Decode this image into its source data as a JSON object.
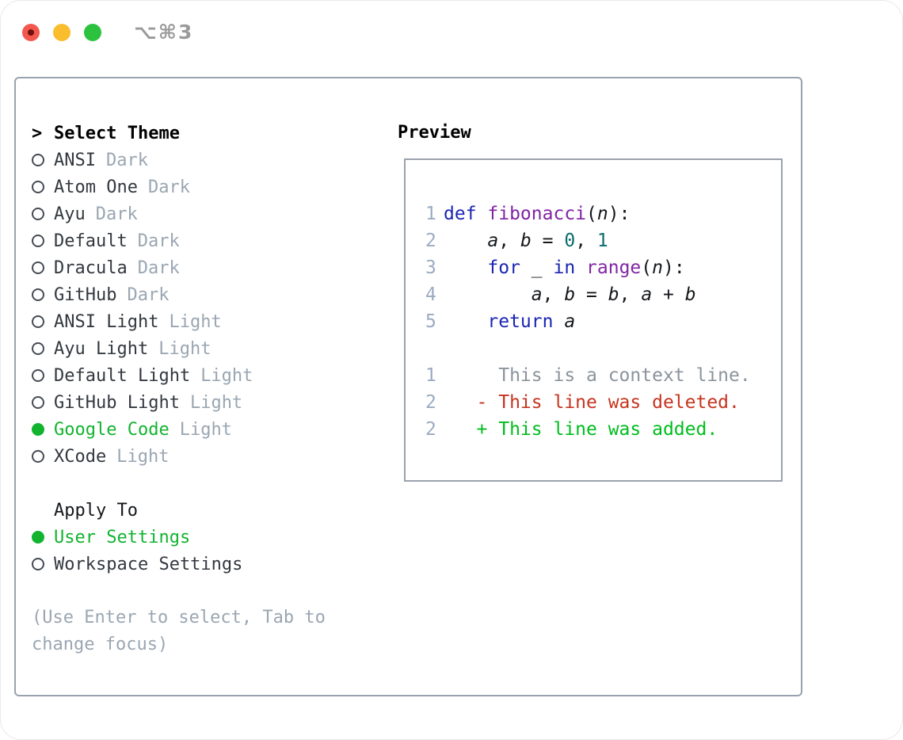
{
  "window": {
    "title": "⌥⌘3",
    "traffic_lights": [
      {
        "name": "close",
        "color": "#f4574d",
        "has_dot": true
      },
      {
        "name": "minimize",
        "color": "#f9bd2e",
        "has_dot": false
      },
      {
        "name": "zoom",
        "color": "#2dc23d",
        "has_dot": false
      }
    ]
  },
  "colors": {
    "accent_green": "#12b32f",
    "diff_added_green": "#00bd1e",
    "diff_deleted_red": "#c6351f",
    "diff_context_gray": "#8b949c",
    "syntax_keyword_blue": "#1b26b3",
    "syntax_title_purple": "#8125a3",
    "syntax_number_teal": "#0c6b6e",
    "muted_gray": "#9aa6b2",
    "panel_border": "#98a2ae",
    "line_number_gray": "#9cabc2"
  },
  "left": {
    "header": {
      "prefix": ">",
      "label": "Select Theme"
    },
    "themes": [
      {
        "name": "ANSI",
        "variant": "Dark",
        "selected": false
      },
      {
        "name": "Atom One",
        "variant": "Dark",
        "selected": false
      },
      {
        "name": "Ayu",
        "variant": "Dark",
        "selected": false
      },
      {
        "name": "Default",
        "variant": "Dark",
        "selected": false
      },
      {
        "name": "Dracula",
        "variant": "Dark",
        "selected": false
      },
      {
        "name": "GitHub",
        "variant": "Dark",
        "selected": false
      },
      {
        "name": "ANSI Light",
        "variant": "Light",
        "selected": false
      },
      {
        "name": "Ayu Light",
        "variant": "Light",
        "selected": false
      },
      {
        "name": "Default Light",
        "variant": "Light",
        "selected": false
      },
      {
        "name": "GitHub Light",
        "variant": "Light",
        "selected": false
      },
      {
        "name": "Google Code",
        "variant": "Light",
        "selected": true
      },
      {
        "name": "XCode",
        "variant": "Light",
        "selected": false
      }
    ],
    "apply_to": {
      "label": "Apply To",
      "options": [
        {
          "label": "User Settings",
          "selected": true
        },
        {
          "label": "Workspace Settings",
          "selected": false
        }
      ]
    },
    "footer_hint": "(Use Enter to select, Tab to change focus)"
  },
  "preview": {
    "label": "Preview",
    "lines": [
      {
        "num": "1",
        "type": "code",
        "segments": [
          [
            "def ",
            "kw"
          ],
          [
            "fibonacci",
            "title"
          ],
          [
            "(",
            "plain"
          ],
          [
            "n",
            "var"
          ],
          [
            "):",
            "plain"
          ]
        ]
      },
      {
        "num": "2",
        "type": "code",
        "segments": [
          [
            "    ",
            "plain"
          ],
          [
            "a",
            "var"
          ],
          [
            ", ",
            "plain"
          ],
          [
            "b",
            "var"
          ],
          [
            " = ",
            "plain"
          ],
          [
            "0",
            "number"
          ],
          [
            ", ",
            "plain"
          ],
          [
            "1",
            "number"
          ]
        ]
      },
      {
        "num": "3",
        "type": "code",
        "segments": [
          [
            "    ",
            "plain"
          ],
          [
            "for",
            "kw"
          ],
          [
            " _ ",
            "plain"
          ],
          [
            "in",
            "kw"
          ],
          [
            " ",
            "plain"
          ],
          [
            "range",
            "title"
          ],
          [
            "(",
            "plain"
          ],
          [
            "n",
            "var"
          ],
          [
            "):",
            "plain"
          ]
        ]
      },
      {
        "num": "4",
        "type": "code",
        "segments": [
          [
            "        ",
            "plain"
          ],
          [
            "a",
            "var"
          ],
          [
            ", ",
            "plain"
          ],
          [
            "b",
            "var"
          ],
          [
            " = ",
            "plain"
          ],
          [
            "b",
            "var"
          ],
          [
            ", ",
            "plain"
          ],
          [
            "a",
            "var"
          ],
          [
            " + ",
            "plain"
          ],
          [
            "b",
            "var"
          ]
        ]
      },
      {
        "num": "5",
        "type": "code",
        "segments": [
          [
            "    ",
            "plain"
          ],
          [
            "return",
            "kw"
          ],
          [
            " ",
            "plain"
          ],
          [
            "a",
            "var"
          ]
        ]
      },
      {
        "num": "",
        "type": "blank",
        "segments": []
      },
      {
        "num": "1",
        "type": "context",
        "segments": [
          [
            "     This is a context line.",
            "plain"
          ]
        ]
      },
      {
        "num": "2",
        "type": "deleted",
        "segments": [
          [
            "   - This line was deleted.",
            "plain"
          ]
        ]
      },
      {
        "num": "2",
        "type": "added",
        "segments": [
          [
            "   + This line was added.",
            "plain"
          ]
        ]
      }
    ]
  }
}
